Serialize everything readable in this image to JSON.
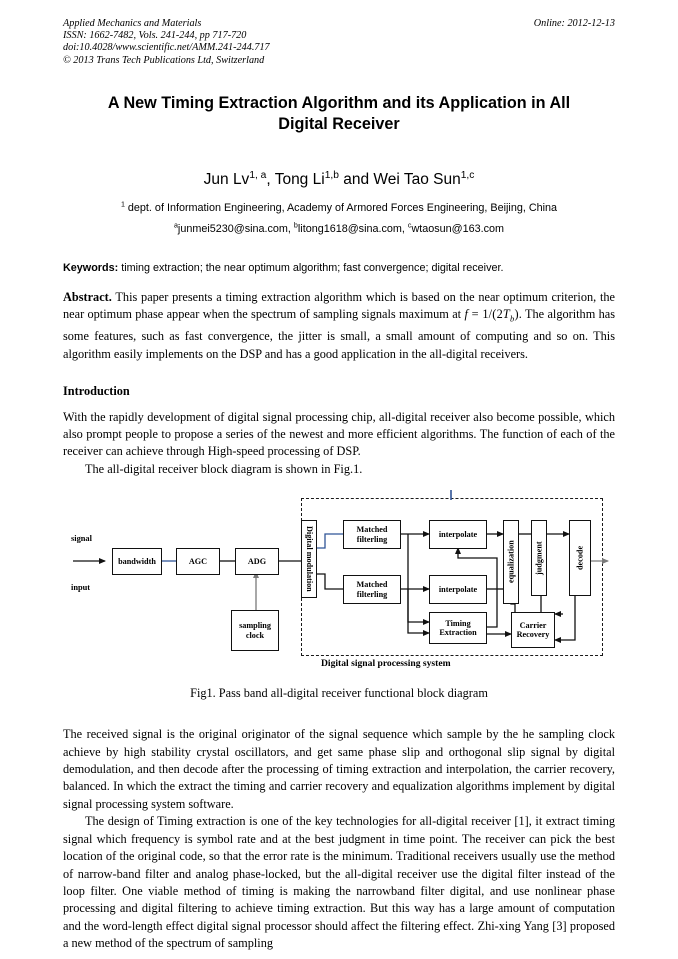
{
  "journal_header": {
    "lines": [
      "Applied Mechanics and Materials",
      "ISSN: 1662-7482, Vols. 241-244, pp 717-720",
      "doi:10.4028/www.scientific.net/AMM.241-244.717",
      "© 2013 Trans Tech Publications Ltd, Switzerland"
    ],
    "online": "Online: 2012-12-13"
  },
  "title": "A New Timing Extraction Algorithm and its Application in All Digital Receiver",
  "authors": {
    "names_html": "Jun Lv<sup>1, a</sup>, Tong Li<sup>1,b</sup> and Wei Tao Sun<sup>1,c</sup>",
    "affiliation_html": "<sup>1</sup> dept. of  Information  Engineering, Academy of Armored Forces  Engineering, Beijing, China",
    "emails_html": "<sup>a</sup>junmei5230@sina.com, <sup>b</sup>litong1618@sina.com, <sup>c</sup>wtaosun@163.com"
  },
  "keywords": {
    "label": "Keywords:",
    "text": "timing extraction; the near optimum algorithm; fast convergence; digital receiver."
  },
  "abstract": {
    "label": "Abstract.",
    "part1": "This paper presents a timing extraction algorithm which is based on the near optimum criterion, the near optimum phase appear when the spectrum of sampling signals maximum at",
    "formula_html": "<i>f</i> <span class=\"up\">=</span> <span class=\"up\">1/(2</span><i>T<sub>b</sub></i><span class=\"up\">)</span>",
    "part2": ". The algorithm has some features, such as fast convergence, the jitter is small, a small amount of computing and so on. This algorithm easily implements on the DSP and has a good application in the all-digital receivers."
  },
  "introduction": {
    "heading": "Introduction",
    "paragraph1": "With the rapidly development of digital signal processing chip, all-digital receiver also become possible, which also prompt people to propose a series of the newest and more efficient algorithms. The function of each of the receiver can achieve through High-speed processing of DSP.",
    "paragraph2": "The all-digital receiver block diagram is shown in Fig.1."
  },
  "figure": {
    "caption": "Fig1. Pass band all-digital receiver functional block diagram",
    "system_label": "Digital signal processing system",
    "labels": {
      "signal": "signal",
      "input": "input"
    },
    "blocks": {
      "bandwidth": "bandwidth",
      "agc": "AGC",
      "adg": "ADG",
      "sampling_clock": "sampling clock",
      "digital_modulation": "Digital modulation",
      "matched_filtering_1": "Matched filterling",
      "matched_filtering_2": "Matched filterling",
      "interpolate_1": "interpolate",
      "interpolate_2": "interpolate",
      "timing_extraction": "Timing Extraction",
      "equalization": "equalization",
      "judgment": "judgment",
      "decode": "decode",
      "carrier_recovery": "Carrier Recovery"
    }
  },
  "body": {
    "paragraph3": "The received signal is the original originator of the signal sequence which sample by the he sampling clock achieve by high stability crystal oscillators, and get same phase slip and orthogonal slip signal by digital demodulation, and then decode after the processing of timing extraction and interpolation, the carrier recovery, balanced. In which the extract the timing and carrier recovery and equalization algorithms implement by digital signal processing system software.",
    "paragraph4": "The design of Timing extraction is one of the key technologies for all-digital receiver [1], it extract timing signal which frequency is symbol rate  and at the best judgment in time point. The receiver can pick the best location of the original code, so that the error rate is the minimum. Traditional receivers usually use the method of narrow-band filter and analog phase-locked, but the all-digital receiver use the digital filter instead of the loop filter. One viable method of timing is making the narrowband filter digital, and use nonlinear phase processing and digital filtering to achieve timing extraction. But this way has a large amount of computation and the word-length effect digital signal processor should affect the filtering effect. Zhi-xing Yang [3] proposed a new method of the spectrum of sampling"
  },
  "colors": {
    "text": "#000000",
    "page_background": "#ffffff",
    "diagram_line": "#111111",
    "diagram_accent": "#2f5496"
  }
}
